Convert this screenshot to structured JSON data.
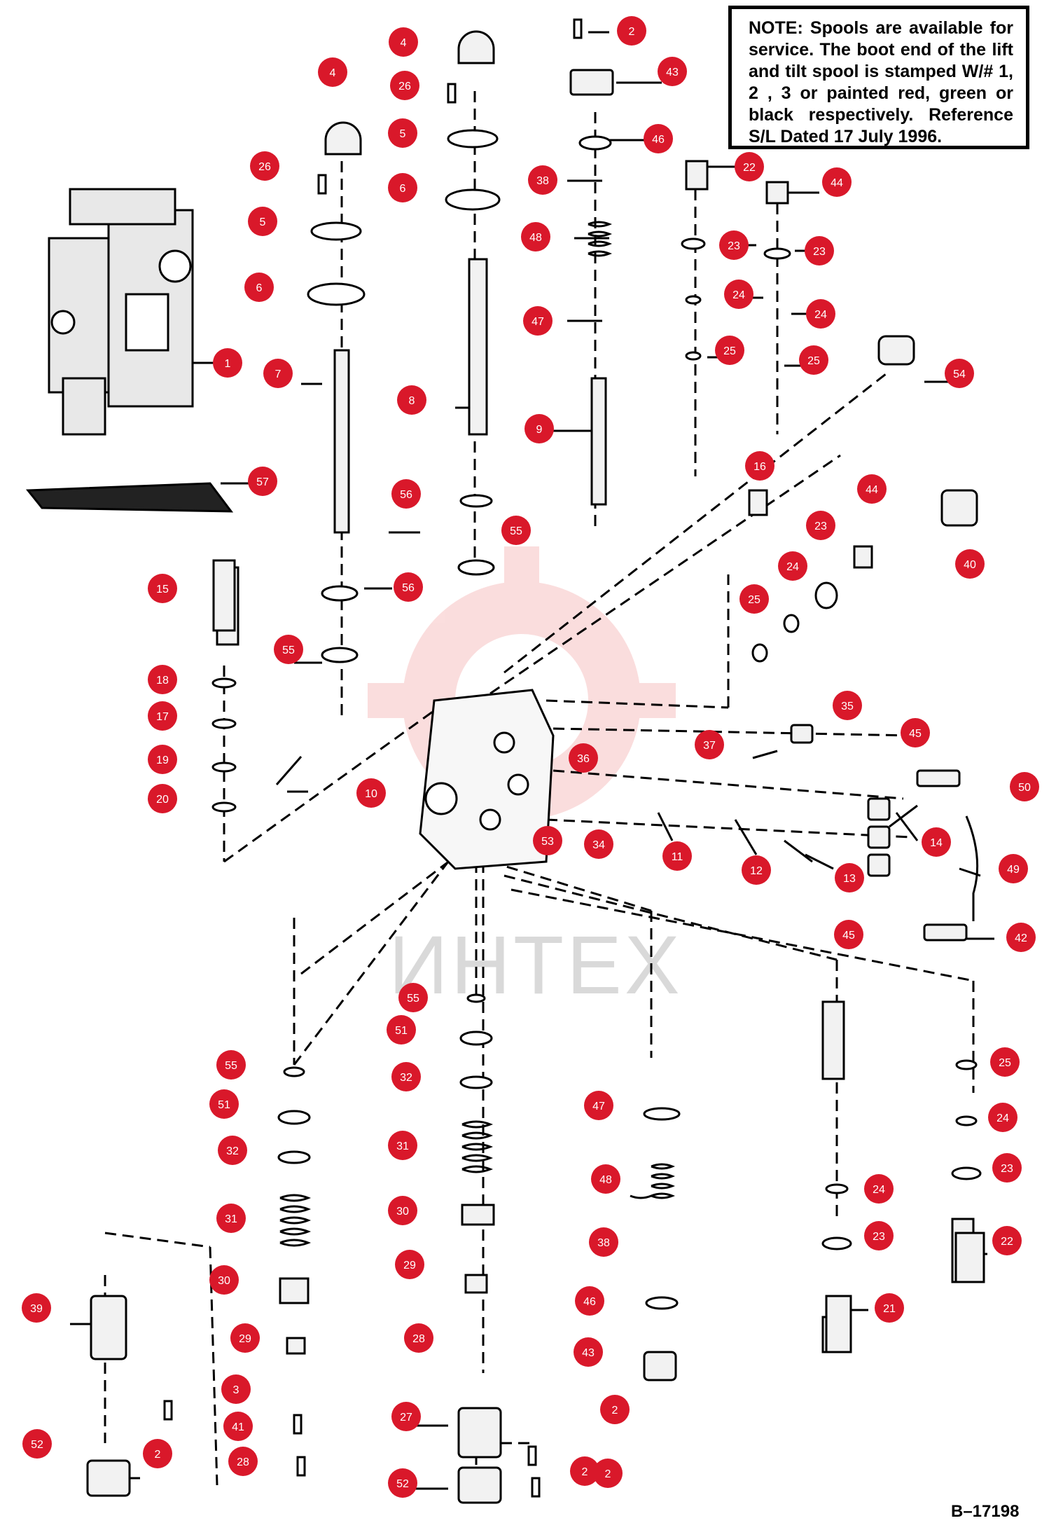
{
  "note": {
    "heading": "NOTE:",
    "text": "Spools are available for service. The boot end of the lift and tilt spool is stamped W/# 1, 2 , 3 or painted red, green or black respectively. Reference S/L Dated 17 July 1996."
  },
  "drawing_number": "B–17198",
  "watermark": "ИНТЕХ",
  "colors": {
    "callout": "#d9182a",
    "line": "#000000",
    "part_fill": "#f2f2f2",
    "watermark": "#f7c4c4"
  },
  "callouts": [
    "2",
    "43",
    "4",
    "26",
    "5",
    "6",
    "46",
    "38",
    "48",
    "47",
    "9",
    "8",
    "7",
    "22",
    "44",
    "23",
    "24",
    "25",
    "54",
    "1",
    "57",
    "16",
    "56",
    "55",
    "15",
    "18",
    "17",
    "19",
    "20",
    "40",
    "35",
    "45",
    "50",
    "37",
    "36",
    "10",
    "53",
    "34",
    "11",
    "12",
    "13",
    "14",
    "49",
    "42",
    "51",
    "32",
    "31",
    "30",
    "29",
    "3",
    "41",
    "28",
    "27",
    "52",
    "39",
    "21"
  ]
}
